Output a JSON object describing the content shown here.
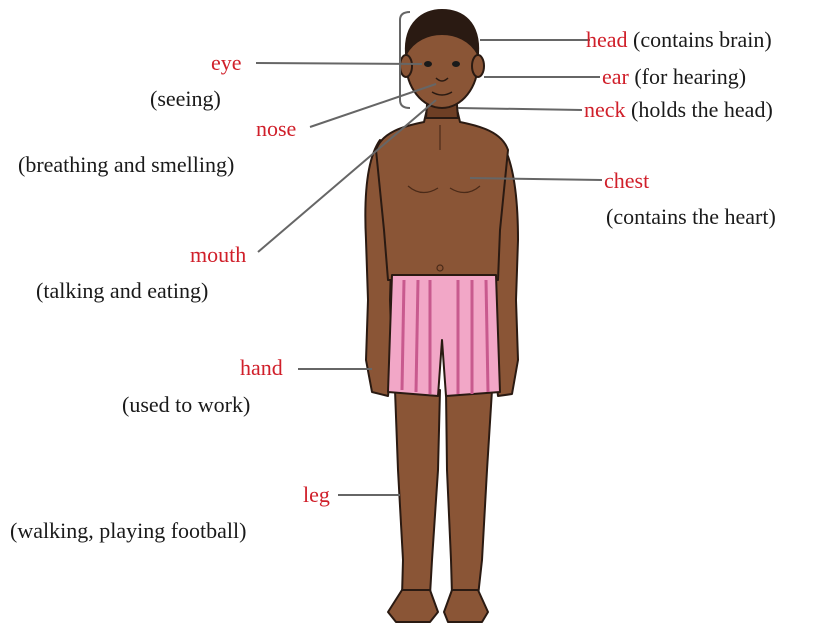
{
  "colors": {
    "label_red": "#d01f2a",
    "text": "#1a1a1a",
    "skin": "#8a5536",
    "skin_shadow": "#6e3f25",
    "hair": "#2a1a12",
    "shorts": "#f2a7c7",
    "shorts_stripe": "#c85a8e",
    "leader_line": "#666666"
  },
  "labels": {
    "eye": {
      "part": "eye",
      "desc": "(seeing)"
    },
    "nose": {
      "part": "nose",
      "desc": "(breathing and smelling)"
    },
    "mouth": {
      "part": "mouth",
      "desc": "(talking and eating)"
    },
    "hand": {
      "part": "hand",
      "desc": "(used to work)"
    },
    "leg": {
      "part": "leg",
      "desc": "(walking, playing football)"
    },
    "head": {
      "part": "head",
      "desc": "(contains brain)"
    },
    "ear": {
      "part": "ear",
      "desc": "(for hearing)"
    },
    "neck": {
      "part": "neck",
      "desc": "(holds the head)"
    },
    "chest": {
      "part": "chest",
      "desc": "(contains the heart)"
    }
  }
}
